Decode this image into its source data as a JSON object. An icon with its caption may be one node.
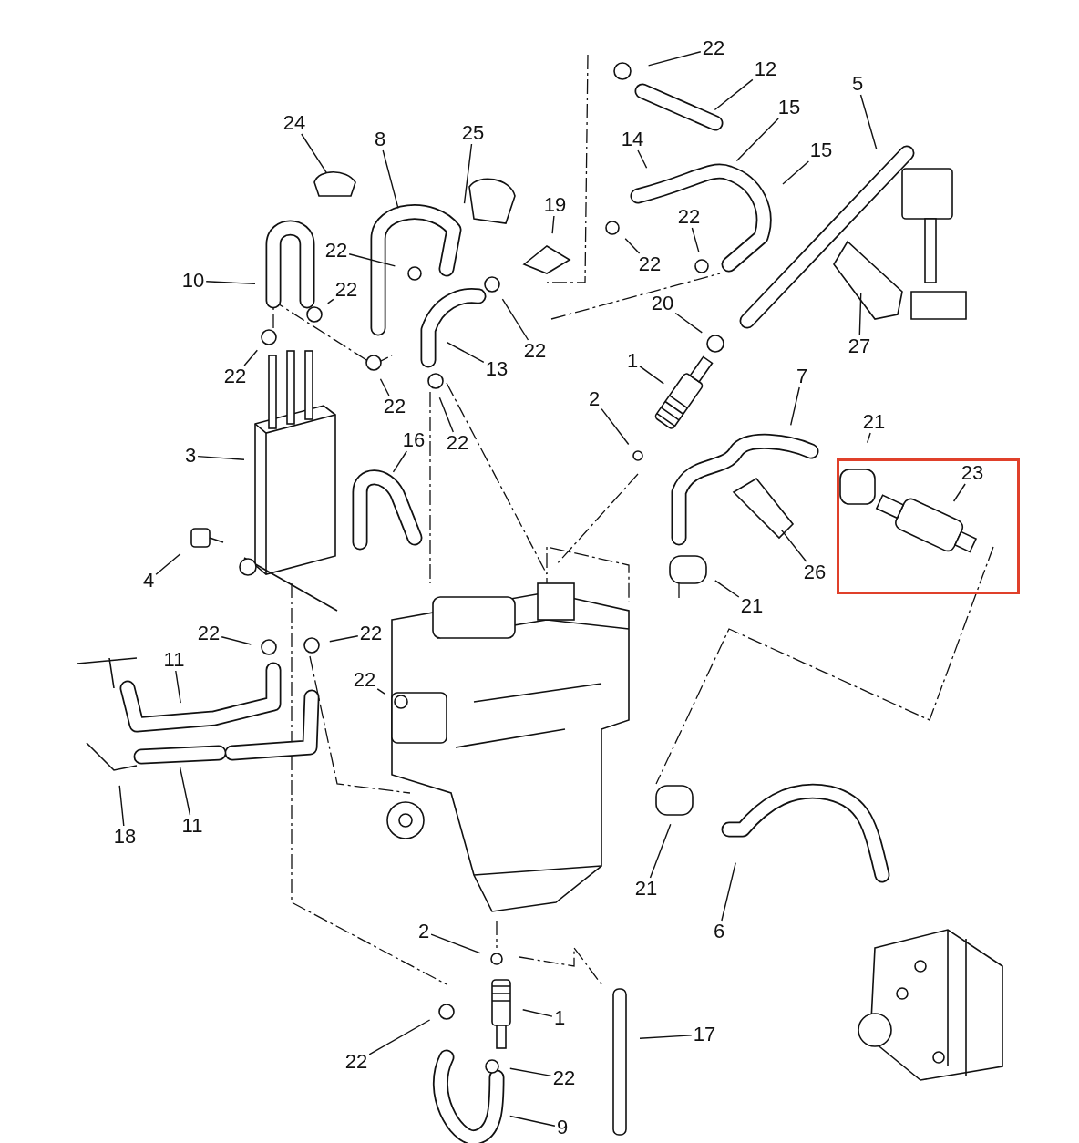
{
  "diagram": {
    "nodes": [
      {
        "text": [
          "22"
        ]
      },
      {
        "text": [
          "12"
        ]
      },
      {
        "text": [
          "15"
        ]
      },
      {
        "text": [
          "5"
        ]
      },
      {
        "text": [
          "24"
        ]
      },
      {
        "text": [
          "8"
        ]
      },
      {
        "text": [
          "25"
        ]
      },
      {
        "text": [
          "14"
        ]
      },
      {
        "text": [
          "15"
        ]
      },
      {
        "text": [
          "19"
        ]
      },
      {
        "text": [
          "22"
        ]
      },
      {
        "text": [
          "22"
        ]
      },
      {
        "text": [
          "22"
        ]
      },
      {
        "text": [
          "10"
        ]
      },
      {
        "text": [
          "22"
        ]
      },
      {
        "text": [
          "20"
        ]
      },
      {
        "text": [
          "22"
        ]
      },
      {
        "text": [
          "13"
        ]
      },
      {
        "text": [
          "27"
        ]
      },
      {
        "text": [
          "22"
        ]
      },
      {
        "text": [
          "22"
        ]
      },
      {
        "text": [
          "1"
        ]
      },
      {
        "text": [
          "7"
        ]
      },
      {
        "text": [
          "2"
        ]
      },
      {
        "text": [
          "16"
        ]
      },
      {
        "text": [
          "22"
        ]
      },
      {
        "text": [
          "21"
        ]
      },
      {
        "text": [],
        "shape": "box"
      },
      {
        "text": [
          "23"
        ],
        "in": 27
      },
      {
        "text": [
          "3"
        ]
      },
      {
        "text": [
          "26"
        ]
      },
      {
        "text": [
          "21"
        ]
      },
      {
        "text": [
          "4"
        ]
      },
      {
        "text": [
          "22"
        ]
      },
      {
        "text": [
          "22"
        ]
      },
      {
        "text": [
          "11"
        ]
      },
      {
        "text": [
          "22"
        ]
      },
      {
        "text": [
          "11"
        ]
      },
      {
        "text": [
          "18"
        ]
      },
      {
        "text": [
          "21"
        ]
      },
      {
        "text": [
          "6"
        ]
      },
      {
        "text": [
          "2"
        ]
      },
      {
        "text": [
          "1"
        ]
      },
      {
        "text": [
          "17"
        ]
      },
      {
        "text": [
          "22"
        ]
      },
      {
        "text": [
          "22"
        ]
      },
      {
        "text": [
          "9"
        ]
      }
    ],
    "edges": [
      {
        "from": 0,
        "to": null,
        "arrow": "none"
      },
      {
        "from": 1,
        "to": null,
        "arrow": "none"
      },
      {
        "from": 2,
        "to": null,
        "arrow": "none"
      },
      {
        "from": 3,
        "to": null,
        "arrow": "none"
      },
      {
        "from": 4,
        "to": null,
        "arrow": "none"
      },
      {
        "from": 5,
        "to": null,
        "arrow": "none"
      },
      {
        "from": 6,
        "to": null,
        "arrow": "none"
      },
      {
        "from": 7,
        "to": null,
        "arrow": "none"
      },
      {
        "from": 8,
        "to": null,
        "arrow": "none"
      },
      {
        "from": 9,
        "to": null,
        "arrow": "none"
      },
      {
        "from": 10,
        "to": null,
        "arrow": "none"
      },
      {
        "from": 11,
        "to": null,
        "arrow": "none"
      },
      {
        "from": 12,
        "to": null,
        "arrow": "none"
      },
      {
        "from": 13,
        "to": null,
        "arrow": "none"
      },
      {
        "from": 14,
        "to": null,
        "arrow": "none"
      },
      {
        "from": 15,
        "to": null,
        "arrow": "none"
      },
      {
        "from": 16,
        "to": null,
        "arrow": "none"
      },
      {
        "from": 17,
        "to": null,
        "arrow": "none"
      },
      {
        "from": 18,
        "to": null,
        "arrow": "none"
      },
      {
        "from": 19,
        "to": null,
        "arrow": "none"
      },
      {
        "from": 20,
        "to": null,
        "arrow": "none"
      },
      {
        "from": 21,
        "to": null,
        "arrow": "none"
      },
      {
        "from": 22,
        "to": null,
        "arrow": "none"
      },
      {
        "from": 23,
        "to": null,
        "arrow": "none"
      },
      {
        "from": 24,
        "to": null,
        "arrow": "none"
      },
      {
        "from": 25,
        "to": null,
        "arrow": "none"
      },
      {
        "from": 26,
        "to": null,
        "arrow": "none"
      },
      {
        "from": 28,
        "to": null,
        "arrow": "none"
      },
      {
        "from": 29,
        "to": null,
        "arrow": "none"
      },
      {
        "from": 30,
        "to": null,
        "arrow": "none"
      },
      {
        "from": 31,
        "to": null,
        "arrow": "none"
      },
      {
        "from": 32,
        "to": null,
        "arrow": "none"
      },
      {
        "from": 33,
        "to": null,
        "arrow": "none"
      },
      {
        "from": 34,
        "to": null,
        "arrow": "none"
      },
      {
        "from": 35,
        "to": null,
        "arrow": "none"
      },
      {
        "from": 36,
        "to": null,
        "arrow": "none"
      },
      {
        "from": 37,
        "to": null,
        "arrow": "none"
      },
      {
        "from": 38,
        "to": null,
        "arrow": "none"
      },
      {
        "from": 39,
        "to": null,
        "arrow": "none"
      },
      {
        "from": 40,
        "to": null,
        "arrow": "none"
      },
      {
        "from": 41,
        "to": null,
        "arrow": "none"
      },
      {
        "from": 42,
        "to": null,
        "arrow": "none"
      },
      {
        "from": 43,
        "to": null,
        "arrow": "none"
      },
      {
        "from": 44,
        "to": null,
        "arrow": "none"
      },
      {
        "from": 45,
        "to": null,
        "arrow": "none"
      },
      {
        "from": 46,
        "to": null,
        "arrow": "none"
      }
    ]
  }
}
